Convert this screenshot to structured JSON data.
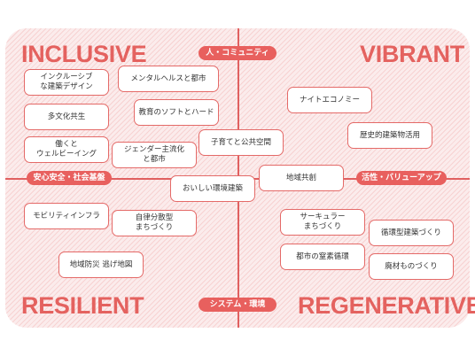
{
  "quadrants": {
    "top_left": "INCLUSIVE",
    "top_right": "VIBRANT",
    "bottom_left": "RESILIENT",
    "bottom_right": "REGENERATIVE"
  },
  "axes": {
    "top": "人・コミュニティ",
    "bottom": "システム・環境",
    "left": "安心安全・社会基盤",
    "right": "活性・バリューアップ"
  },
  "tags": [
    "インクルーシブ\nな建築デザイン",
    "メンタルヘルスと都市",
    "多文化共生",
    "教育のソフトとハード",
    "働くと\nウェルビーイング",
    "ジェンダー主流化\nと都市",
    "子育てと公共空間",
    "おいしい環境建築",
    "地域共創",
    "ナイトエコノミー",
    "歴史的建築物活用",
    "モビリティインフラ",
    "自律分散型\nまちづくり",
    "地域防災 逃げ地図",
    "サーキュラー\nまちづくり",
    "循環型建築づくり",
    "都市の窒素循環",
    "廃材ものづくり"
  ],
  "colors": {
    "accent": "#e8605e",
    "background": "#fbecec"
  }
}
